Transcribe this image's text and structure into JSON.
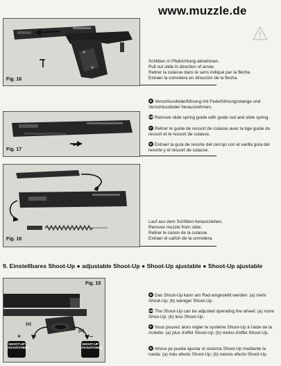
{
  "header": {
    "watermark": "www.muzzle.de"
  },
  "fig16": {
    "label": "Fig. 16",
    "lines": [
      "Schlitten in Pfeilrichtung abnehmen.",
      "Pull out slide in direction of arrow.",
      "Retirer la culasse dans le sens indiqué par la flèche.",
      "Extraer la corredera en dirección de la flecha."
    ]
  },
  "fig17": {
    "label": "Fig. 17",
    "entries": [
      {
        "badge": "D",
        "text": "Verschlussfederführung mit Federführungsstange und Verschlussfeder herausnehmen."
      },
      {
        "badge": "GB",
        "text": "Remove slide spring guide with guide rod and slide spring."
      },
      {
        "badge": "F",
        "text": "Retirer le guide de ressort de culasse avec la tige guide du ressort et le ressort de culasse."
      },
      {
        "badge": "E",
        "text": "Extraer la guía de resorte del cerrojo con el varilla guía del resorte y el ressort de culasse."
      }
    ]
  },
  "fig18": {
    "label": "Fig. 18",
    "lines": [
      "Lauf aus dem Schlitten herausziehen.",
      "Remove muzzle from slide.",
      "Retirer le canon de la culasse.",
      "Extraer el cañón de la corredera."
    ]
  },
  "section9": {
    "title": "9. Einstellbares Shoot-Up ● adjustable Shoot-Up ● Shoot-Up ajustable ● Shoot-Up ajustable"
  },
  "fig19": {
    "label": "Fig. 19",
    "label_a": "(a)",
    "label_b": "(b)",
    "plus": "+",
    "minus": "–",
    "badge_text": "SHOOT-UP ADJUSTABLE",
    "entries": [
      {
        "badge": "D",
        "text": "Das Shoot-Up kann am Rad eingestellt werden: (a) mehr Shoot-Up; (b) weniger Shoot-Up."
      },
      {
        "badge": "GB",
        "text": "The Shoot-Up can be adjusted operating the wheel: (a) more Shoo-Up; (b) less Shoot-Up."
      },
      {
        "badge": "F",
        "text": "Vous pouvez alors régler le système Shoot-Up à l'aide de la molette: (a) plus d'effet Shoot-Up; (b) moins d'effet Shoot-Up."
      },
      {
        "badge": "E",
        "text": "Ahora ya puede ajustar el sistema Shoot-Up mediante la rueda: (a) más efecto Shoot-Up; (b) menos efecto Shoot-Up."
      }
    ]
  }
}
